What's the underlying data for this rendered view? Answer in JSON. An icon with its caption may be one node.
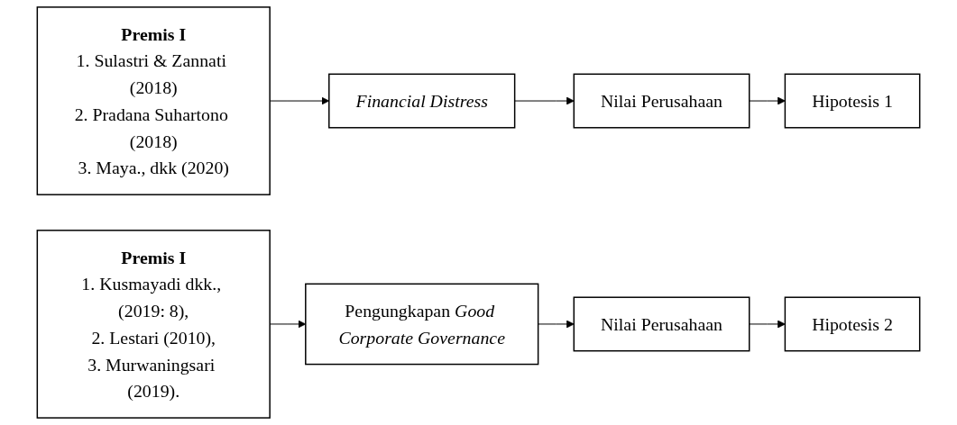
{
  "diagram": {
    "nodes": [
      {
        "text": [
          "Premis I",
          "1. Sulastri & Zannati (2018)",
          "2. Pradana Suhartono (2018)",
          "3. Maya., dkk (2020)"
        ]
      },
      {
        "text": [
          "*Financial Distress*"
        ]
      },
      {
        "text": [
          "Nilai Perusahaan"
        ]
      },
      {
        "text": [
          "Hipotesis 1"
        ]
      },
      {
        "text": [
          "Premis I",
          "1. Kusmayadi dkk., (2019: 8),",
          "2. Lestari (2010),",
          "3. Murwaningsari (2019)."
        ]
      },
      {
        "text": [
          "Pengungkapan *Good Corporate Governance*"
        ]
      },
      {
        "text": [
          "Nilai Perusahaan"
        ]
      },
      {
        "text": [
          "Hipotesis 2"
        ]
      }
    ],
    "edges": [
      {
        "from": 0,
        "to": 1,
        "arrow": "to"
      },
      {
        "from": 1,
        "to": 2,
        "arrow": "to"
      },
      {
        "from": 2,
        "to": 3,
        "arrow": "to"
      },
      {
        "from": 4,
        "to": 5,
        "arrow": "to"
      },
      {
        "from": 5,
        "to": 6,
        "arrow": "to"
      },
      {
        "from": 6,
        "to": 7,
        "arrow": "to"
      }
    ]
  }
}
